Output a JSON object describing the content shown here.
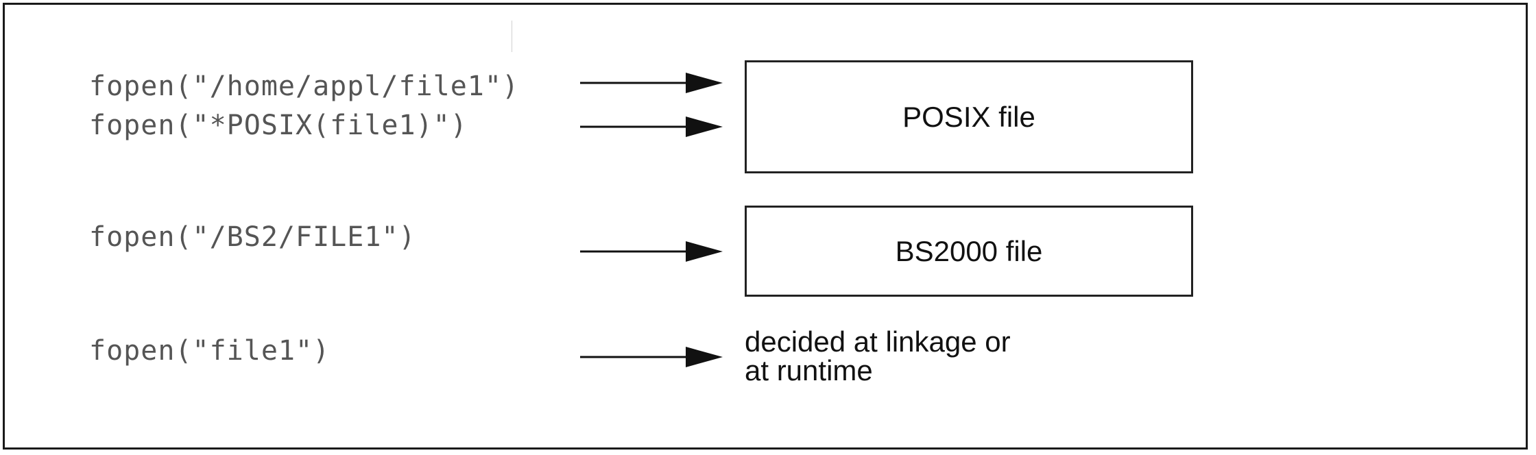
{
  "calls": {
    "home_path": "fopen(\"/home/appl/file1\")",
    "posix_star": "fopen(\"*POSIX(file1)\")",
    "bs2_path": "fopen(\"/BS2/FILE1\")",
    "plain": "fopen(\"file1\")"
  },
  "targets": {
    "posix_file": "POSIX file",
    "bs2000_file": "BS2000 file"
  },
  "note": {
    "line1": "decided at linkage or",
    "line2": "at runtime"
  },
  "colors": {
    "code_text": "#555555",
    "box_border": "#222222",
    "arrow": "#111111"
  }
}
